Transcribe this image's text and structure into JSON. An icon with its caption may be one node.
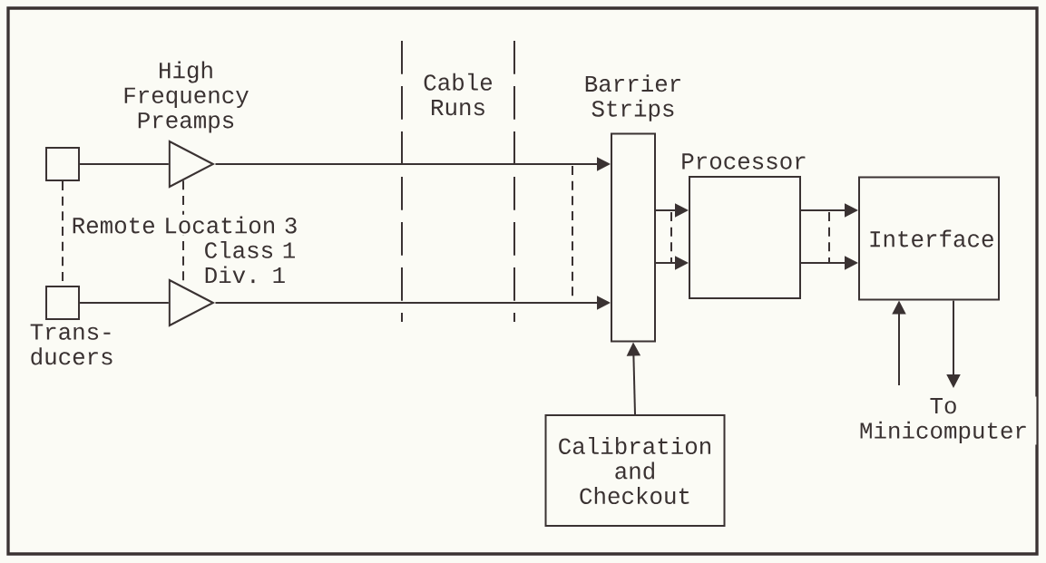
{
  "diagram": {
    "nodes": [
      {
        "text": [],
        "shape": "box"
      },
      {
        "text": [],
        "shape": "box",
        "beside": [
          "Trans- ducers"
        ]
      },
      {
        "text": [],
        "shape": "triangle",
        "beside": [
          "High Frequency Preamps"
        ]
      },
      {
        "text": [],
        "shape": "triangle"
      },
      {
        "text": [
          "Barrier Strips"
        ]
      },
      {
        "text": [
          "Processor"
        ]
      },
      {
        "text": [
          "Interface"
        ]
      },
      {
        "text": [
          "Calibration and Checkout"
        ]
      }
    ],
    "edges": [
      {
        "from": 0,
        "to": 2,
        "arrow": "none"
      },
      {
        "from": 1,
        "to": 3,
        "arrow": "none"
      },
      {
        "from": 0,
        "to": 1,
        "arrow": "none",
        "style": "dashed"
      },
      {
        "from": 2,
        "to": 3,
        "arrow": "none",
        "style": "dashed"
      },
      {
        "from": 2,
        "to": 4,
        "arrow": "to"
      },
      {
        "from": 3,
        "to": 4,
        "arrow": "to"
      },
      {
        "from": 4,
        "to": 5,
        "arrow": "to"
      },
      {
        "from": 4,
        "to": 5,
        "arrow": "to"
      },
      {
        "from": 5,
        "to": 6,
        "arrow": "to"
      },
      {
        "from": 5,
        "to": 6,
        "arrow": "to"
      },
      {
        "from": 7,
        "to": 4,
        "arrow": "to"
      },
      {
        "from": null,
        "to": 6,
        "arrow": "to"
      },
      {
        "from": 6,
        "to": null,
        "arrow": "to"
      }
    ],
    "labels": [
      "Cable Runs",
      "Remote Location 3",
      "Class 1 Div. 1",
      "To Minicomputer"
    ]
  }
}
